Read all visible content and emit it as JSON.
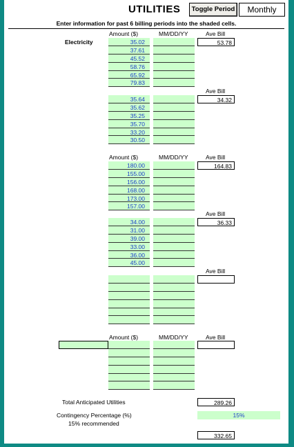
{
  "header": {
    "title": "UTILITIES",
    "toggle_label": "Toggle Period",
    "period_value": "Monthly"
  },
  "instructions": "Enter information for past 6 billing periods into the shaded cells.",
  "columns": {
    "amount": "Amount ($)",
    "date": "MM/DD/YY",
    "average": "Ave Bill"
  },
  "groups": [
    {
      "label": "Electricity",
      "header": true,
      "values": [
        "35.02",
        "37.61",
        "45.52",
        "58.76",
        "65.92",
        "79.83"
      ],
      "average": "53.78"
    },
    {
      "label": "",
      "header": false,
      "values": [
        "35.64",
        "35.62",
        "35.25",
        "35.70",
        "33.20",
        "30.50"
      ],
      "average": "34.32"
    },
    {
      "label": "",
      "header": true,
      "values": [
        "180.00",
        "155.00",
        "156.00",
        "168.00",
        "173.00",
        "157.00"
      ],
      "average": "164.83"
    },
    {
      "label": "",
      "header": false,
      "values": [
        "34.00",
        "31.00",
        "39.00",
        "33.00",
        "36.00",
        "45.00"
      ],
      "average": "36.33"
    },
    {
      "label": "",
      "header": false,
      "values": [
        "",
        "",
        "",
        "",
        "",
        ""
      ],
      "average": ""
    },
    {
      "label": "",
      "header": true,
      "values": [
        "",
        "",
        "",
        "",
        "",
        ""
      ],
      "average": ""
    }
  ],
  "summary": {
    "total_label": "Total Anticipated Utilities",
    "total_value": "289.26",
    "contingency_label": "Contingency Percentage (%)",
    "contingency_value": "15%",
    "recommended_note": "15% recommended",
    "grand_total": "332.65"
  },
  "colors": {
    "frame": "#0e8a84",
    "input_fill": "#ccffcc",
    "input_text": "#1e40c8"
  }
}
